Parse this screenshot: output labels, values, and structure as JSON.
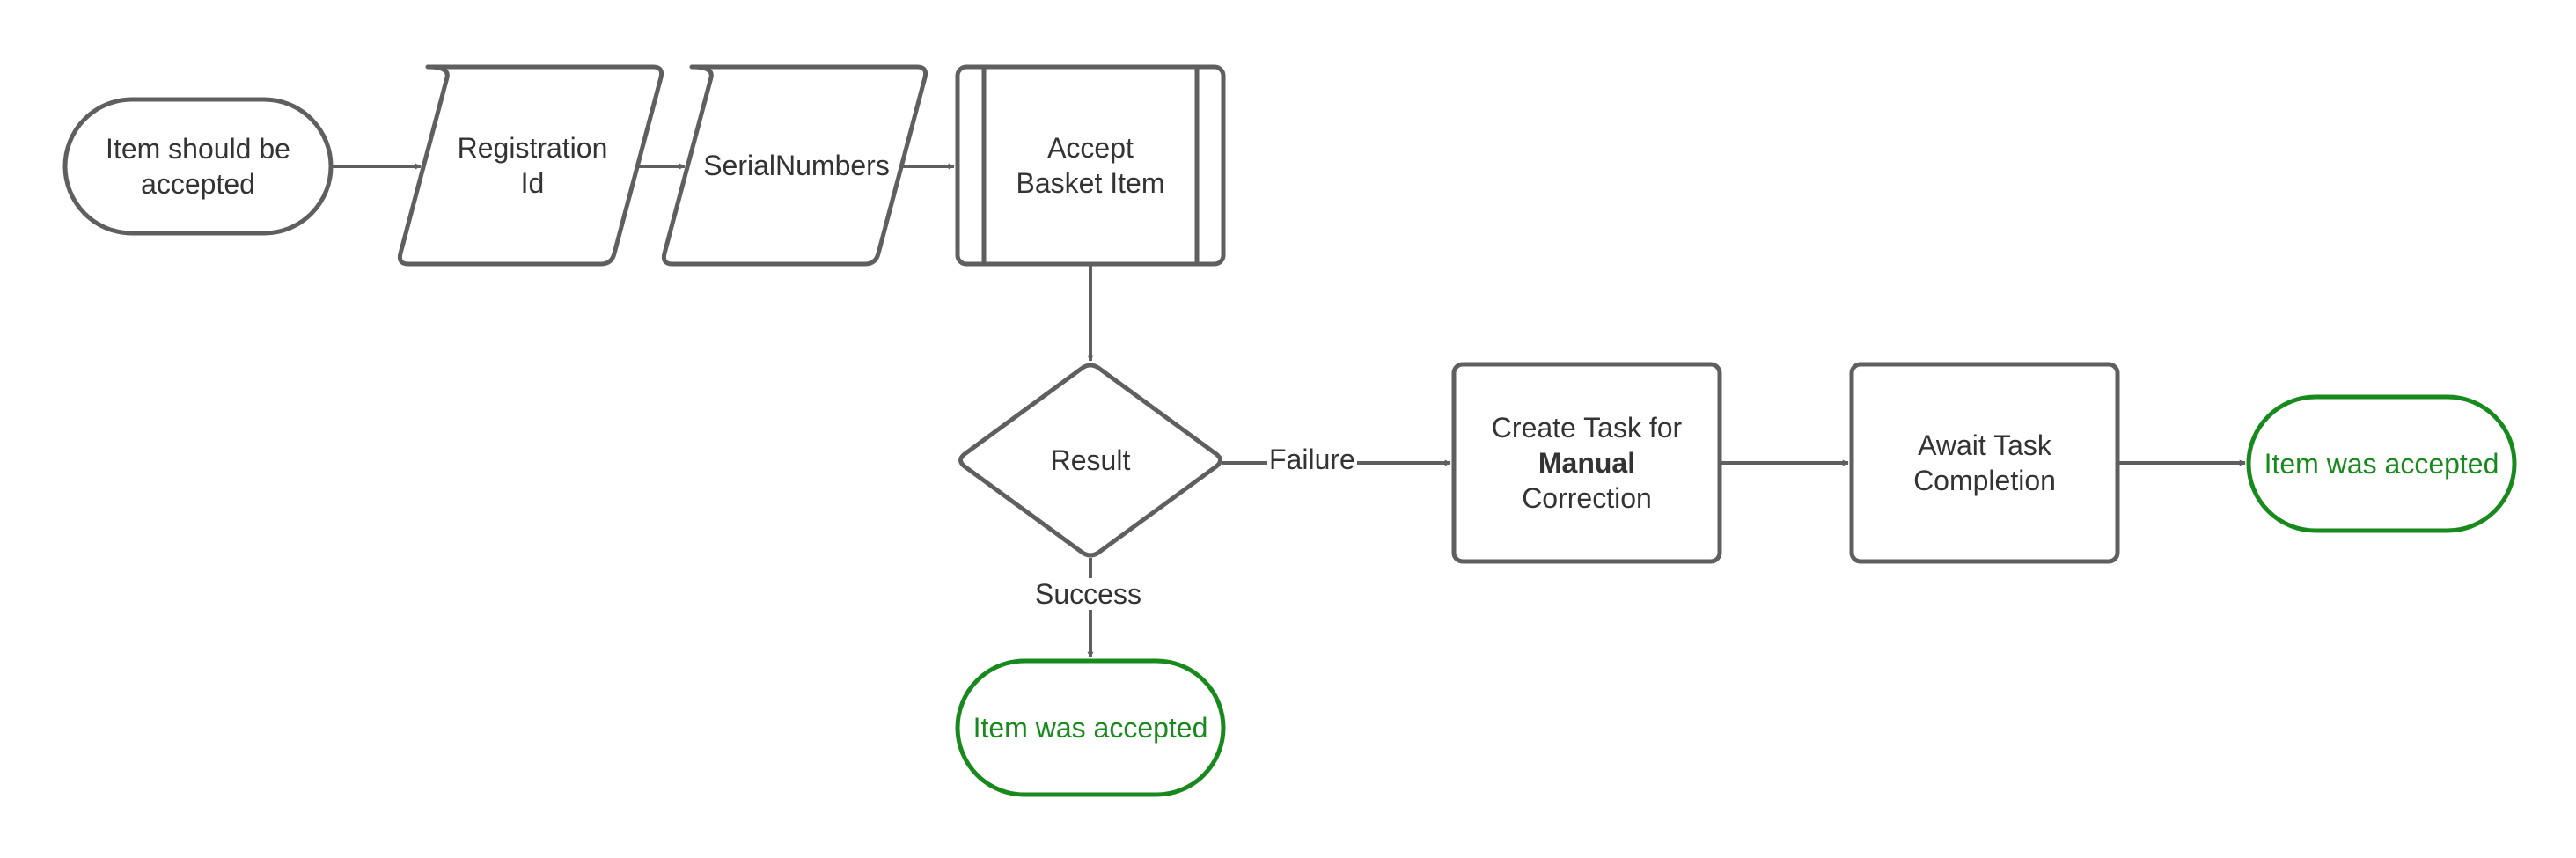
{
  "nodes": {
    "start": {
      "lines": [
        "Item should be",
        "accepted"
      ]
    },
    "registration": {
      "lines": [
        "Registration",
        "Id"
      ]
    },
    "serial": {
      "lines": [
        "SerialNumbers"
      ]
    },
    "accept": {
      "lines": [
        "Accept",
        "Basket Item"
      ]
    },
    "result": {
      "lines": [
        "Result"
      ]
    },
    "create_task": {
      "line1": "Create Task for",
      "line2_bold": "Manual",
      "line3": "Correction"
    },
    "await_task": {
      "lines": [
        "Await Task",
        "Completion"
      ]
    },
    "end_right": {
      "lines": [
        "Item was accepted"
      ]
    },
    "end_bottom": {
      "lines": [
        "Item was accepted"
      ]
    }
  },
  "edges": {
    "failure_label": "Failure",
    "success_label": "Success"
  },
  "colors": {
    "stroke": "#5f5f5f",
    "text": "#333333",
    "terminal_green": "#18891c"
  }
}
